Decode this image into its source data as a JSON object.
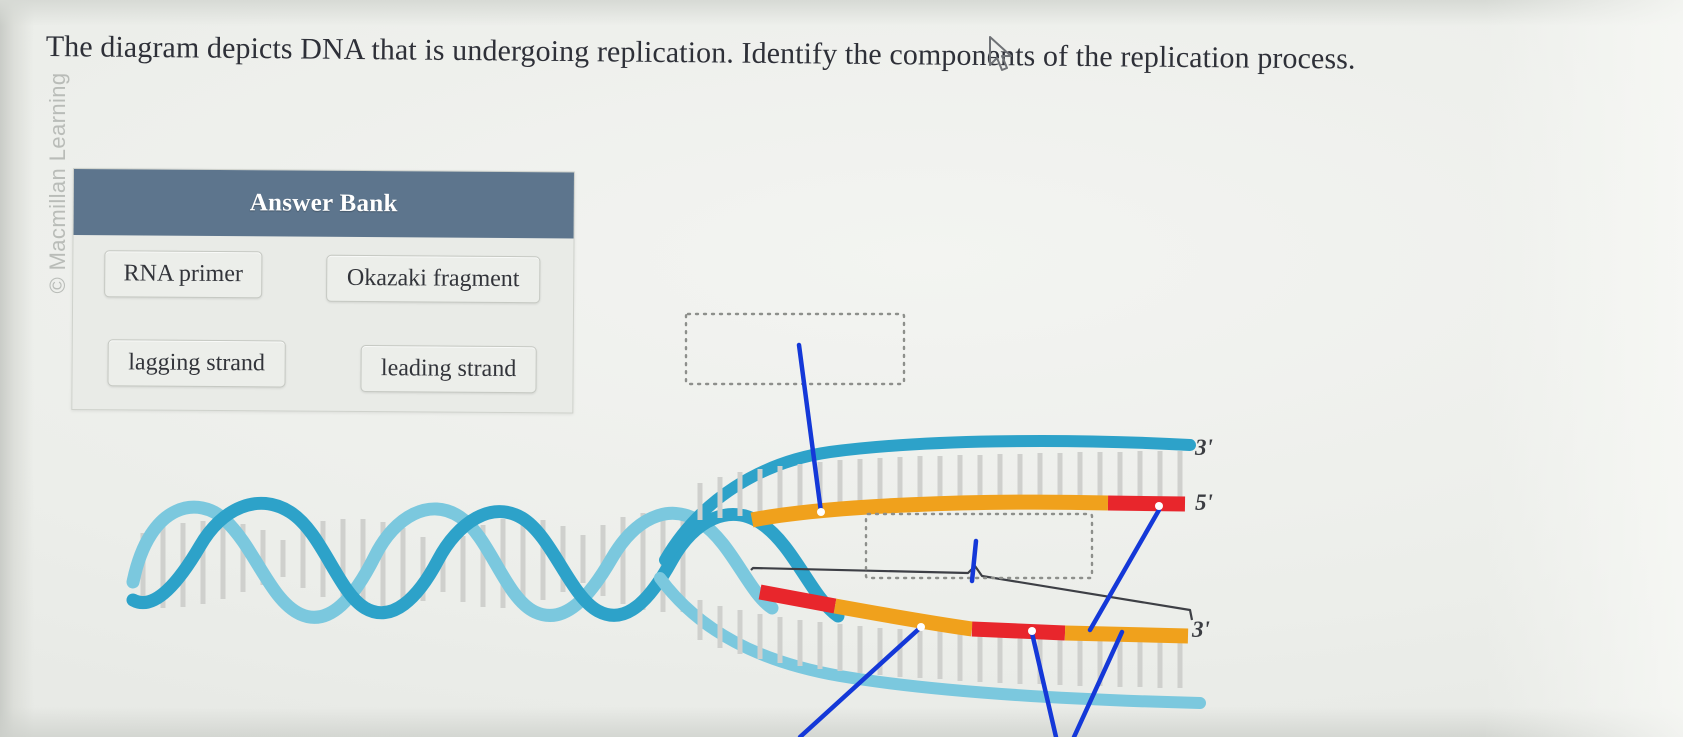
{
  "page": {
    "copyright": "© Macmillan Learning",
    "prompt": "The diagram depicts DNA that is undergoing replication. Identify the components of the replication process."
  },
  "answer_bank": {
    "title": "Answer Bank",
    "chips": [
      {
        "label": "RNA primer"
      },
      {
        "label": "Okazaki fragment"
      },
      {
        "label": "lagging strand"
      },
      {
        "label": "leading strand"
      }
    ]
  },
  "diagram": {
    "dropzones": [
      {
        "id": "dropzone-top",
        "value": "",
        "placeholder": ""
      },
      {
        "id": "dropzone-bottom",
        "value": "",
        "placeholder": ""
      }
    ],
    "end_labels": [
      {
        "id": "three-prime-top",
        "text": "3'"
      },
      {
        "id": "five-prime-top",
        "text": "5'"
      },
      {
        "id": "three-prime-bottom",
        "text": "3'"
      }
    ],
    "colors": {
      "template_strand_dark": "#2da2c9",
      "template_strand_light": "#7bc8de",
      "new_strand_orange": "#f0a11c",
      "rna_primer_red": "#e8262c",
      "base_pair_gray": "#cfd0cd",
      "leader_line_blue": "#1438d8",
      "bracket_gray": "#3d3f45",
      "dropzone_border": "#8d8f8b",
      "bank_header": "#5d758d"
    }
  },
  "cursor": {
    "type": "arrow-pointer"
  }
}
